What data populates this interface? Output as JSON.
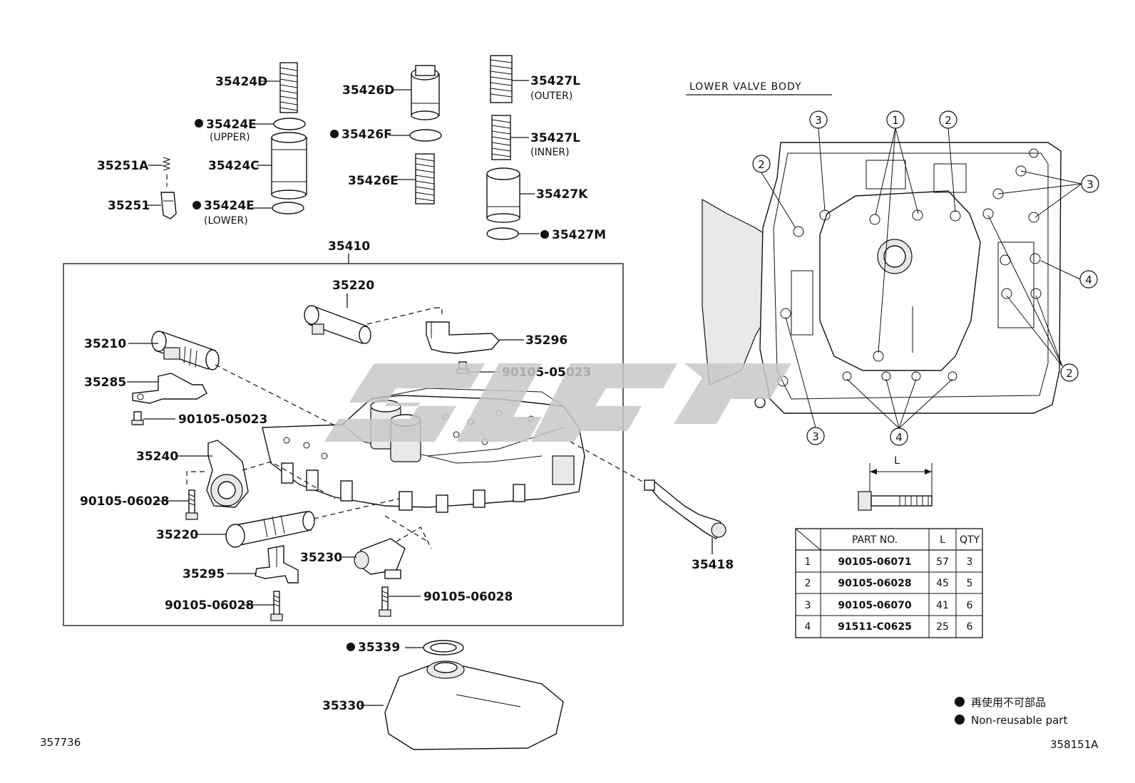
{
  "labels": {
    "p35424D": "35424D",
    "p35424E_upper": "35424E",
    "p35424E_upper_note": "(UPPER)",
    "p35424C": "35424C",
    "p35424E_lower": "35424E",
    "p35424E_lower_note": "(LOWER)",
    "p35251A": "35251A",
    "p35251": "35251",
    "p35426D": "35426D",
    "p35426F": "35426F",
    "p35426E": "35426E",
    "p35427L_outer": "35427L",
    "p35427L_outer_note": "(OUTER)",
    "p35427L_inner": "35427L",
    "p35427L_inner_note": "(INNER)",
    "p35427K": "35427K",
    "p35427M": "35427M",
    "p35410": "35410",
    "p35220_top": "35220",
    "p35210": "35210",
    "p35296": "35296",
    "p90105_05023_a": "90105-05023",
    "p35285": "35285",
    "p90105_05023_b": "90105-05023",
    "p35240": "35240",
    "p90105_06028_a": "90105-06028",
    "p35220_bottom": "35220",
    "p35230": "35230",
    "p35295": "35295",
    "p90105_06028_b": "90105-06028",
    "p90105_06028_c": "90105-06028",
    "p35418": "35418",
    "p35339": "35339",
    "p35330": "35330"
  },
  "lower_valve_body": {
    "title": "LOWER VALVE BODY",
    "callouts": [
      "1",
      "2",
      "3",
      "4"
    ],
    "dimension_label": "L"
  },
  "bolt_table": {
    "headers": [
      "PART NO.",
      "L",
      "QTY"
    ],
    "rows": [
      [
        "1",
        "90105-06071",
        "57",
        "3"
      ],
      [
        "2",
        "90105-06028",
        "45",
        "5"
      ],
      [
        "3",
        "90105-06070",
        "41",
        "6"
      ],
      [
        "4",
        "91511-C0625",
        "25",
        "6"
      ]
    ]
  },
  "legend": {
    "japanese": "再使用不可部品",
    "english": "Non-reusable part"
  },
  "footer": {
    "left_code": "357736",
    "right_code": "358151A"
  },
  "colors": {
    "line": "#111111",
    "watermark": "#c8c8c8"
  }
}
